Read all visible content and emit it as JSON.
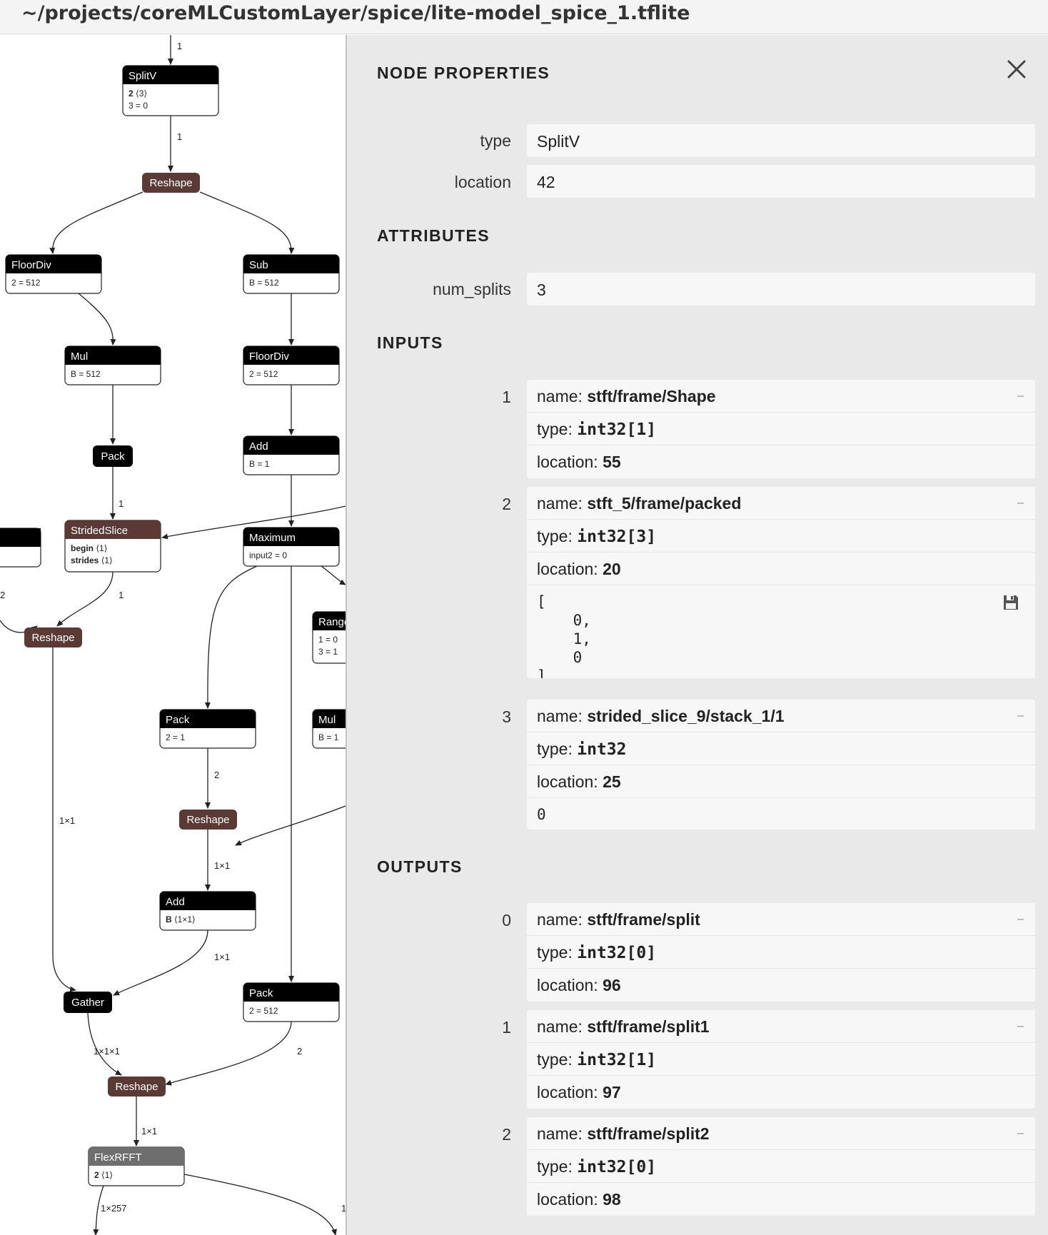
{
  "window": {
    "title": "~/projects/coreMLCustomLayer/spice/lite-model_spice_1.tflite"
  },
  "sidebar": {
    "header": "NODE PROPERTIES",
    "properties": [
      {
        "label": "type",
        "value": "SplitV"
      },
      {
        "label": "location",
        "value": "42"
      }
    ],
    "attributes_header": "ATTRIBUTES",
    "attributes": [
      {
        "label": "num_splits",
        "value": "3"
      }
    ],
    "inputs_header": "INPUTS",
    "inputs": [
      {
        "index": "1",
        "name_key": "name: ",
        "name": "stft/frame/Shape",
        "type_key": "type: ",
        "type": "int32[1]",
        "location_key": "location: ",
        "location": "55"
      },
      {
        "index": "2",
        "name_key": "name: ",
        "name": "stft_5/frame/packed",
        "type_key": "type: ",
        "type": "int32[3]",
        "location_key": "location: ",
        "location": "20",
        "data": "[\n    0,\n    1,\n    0\n]"
      },
      {
        "index": "3",
        "name_key": "name: ",
        "name": "strided_slice_9/stack_1/1",
        "type_key": "type: ",
        "type": "int32",
        "location_key": "location: ",
        "location": "25",
        "data": "0"
      }
    ],
    "outputs_header": "OUTPUTS",
    "outputs": [
      {
        "index": "0",
        "name_key": "name: ",
        "name": "stft/frame/split",
        "type_key": "type: ",
        "type": "int32[0]",
        "location_key": "location: ",
        "location": "96"
      },
      {
        "index": "1",
        "name_key": "name: ",
        "name": "stft/frame/split1",
        "type_key": "type: ",
        "type": "int32[1]",
        "location_key": "location: ",
        "location": "97"
      },
      {
        "index": "2",
        "name_key": "name: ",
        "name": "stft/frame/split2",
        "type_key": "type: ",
        "type": "int32[0]",
        "location_key": "location: ",
        "location": "98"
      }
    ],
    "collapse_glyph": "–",
    "icons": {
      "close": "close-icon",
      "save": "save-icon"
    }
  },
  "graph": {
    "colors": {
      "op": "#000000",
      "reshape": "#5b3a36",
      "custom": "#6e6e6e",
      "edge": "#222222"
    },
    "nodes": [
      {
        "id": "splitv",
        "title": "SplitV",
        "kind": "op",
        "attrs": [
          {
            "key": "2",
            "value": "⟨3⟩"
          },
          {
            "key": "",
            "value": "3 = 0"
          }
        ]
      },
      {
        "id": "reshape1",
        "title": "Reshape",
        "kind": "reshape",
        "attrs": []
      },
      {
        "id": "floordiv1",
        "title": "FloorDiv",
        "kind": "op",
        "attrs": [
          {
            "key": "",
            "value": "2 = 512"
          }
        ]
      },
      {
        "id": "sub",
        "title": "Sub",
        "kind": "op",
        "attrs": [
          {
            "key": "",
            "value": "B = 512"
          }
        ]
      },
      {
        "id": "mul1",
        "title": "Mul",
        "kind": "op",
        "attrs": [
          {
            "key": "",
            "value": "B = 512"
          }
        ]
      },
      {
        "id": "floordiv2",
        "title": "FloorDiv",
        "kind": "op",
        "attrs": [
          {
            "key": "",
            "value": "2 = 512"
          }
        ]
      },
      {
        "id": "pack1",
        "title": "Pack",
        "kind": "op",
        "attrs": []
      },
      {
        "id": "add1",
        "title": "Add",
        "kind": "op",
        "attrs": [
          {
            "key": "",
            "value": "B = 1"
          }
        ]
      },
      {
        "id": "stridedslice",
        "title": "StridedSlice",
        "kind": "reshape",
        "attrs": [
          {
            "key": "begin",
            "value": "⟨1⟩"
          },
          {
            "key": "strides",
            "value": "⟨1⟩"
          }
        ]
      },
      {
        "id": "maximum",
        "title": "Maximum",
        "kind": "op",
        "attrs": [
          {
            "key": "",
            "value": "input2 = 0"
          }
        ]
      },
      {
        "id": "reshape2",
        "title": "Reshape",
        "kind": "reshape",
        "attrs": []
      },
      {
        "id": "range",
        "title": "Range",
        "kind": "op",
        "attrs": [
          {
            "key": "",
            "value": "1 = 0"
          },
          {
            "key": "",
            "value": "3 = 1"
          }
        ]
      },
      {
        "id": "pack2",
        "title": "Pack",
        "kind": "op",
        "attrs": [
          {
            "key": "",
            "value": "2 = 1"
          }
        ]
      },
      {
        "id": "mul2",
        "title": "Mul",
        "kind": "op",
        "attrs": [
          {
            "key": "",
            "value": "B = 1"
          }
        ]
      },
      {
        "id": "reshape3",
        "title": "Reshape",
        "kind": "reshape",
        "attrs": []
      },
      {
        "id": "add2",
        "title": "Add",
        "kind": "op",
        "attrs": [
          {
            "key": "B",
            "value": "⟨1×1⟩"
          }
        ]
      },
      {
        "id": "gather",
        "title": "Gather",
        "kind": "op",
        "attrs": []
      },
      {
        "id": "pack3",
        "title": "Pack",
        "kind": "op",
        "attrs": [
          {
            "key": "",
            "value": "2 = 512"
          }
        ]
      },
      {
        "id": "reshape4",
        "title": "Reshape",
        "kind": "reshape",
        "attrs": []
      },
      {
        "id": "flexrfft",
        "title": "FlexRFFT",
        "kind": "custom",
        "attrs": [
          {
            "key": "2",
            "value": "⟨1⟩"
          }
        ]
      }
    ],
    "edge_labels": [
      "1",
      "1",
      "1",
      "1",
      "2",
      "1×1",
      "1×1",
      "1×1",
      "1×1×1",
      "2",
      "1×1",
      "1×257",
      "1",
      "2"
    ]
  }
}
